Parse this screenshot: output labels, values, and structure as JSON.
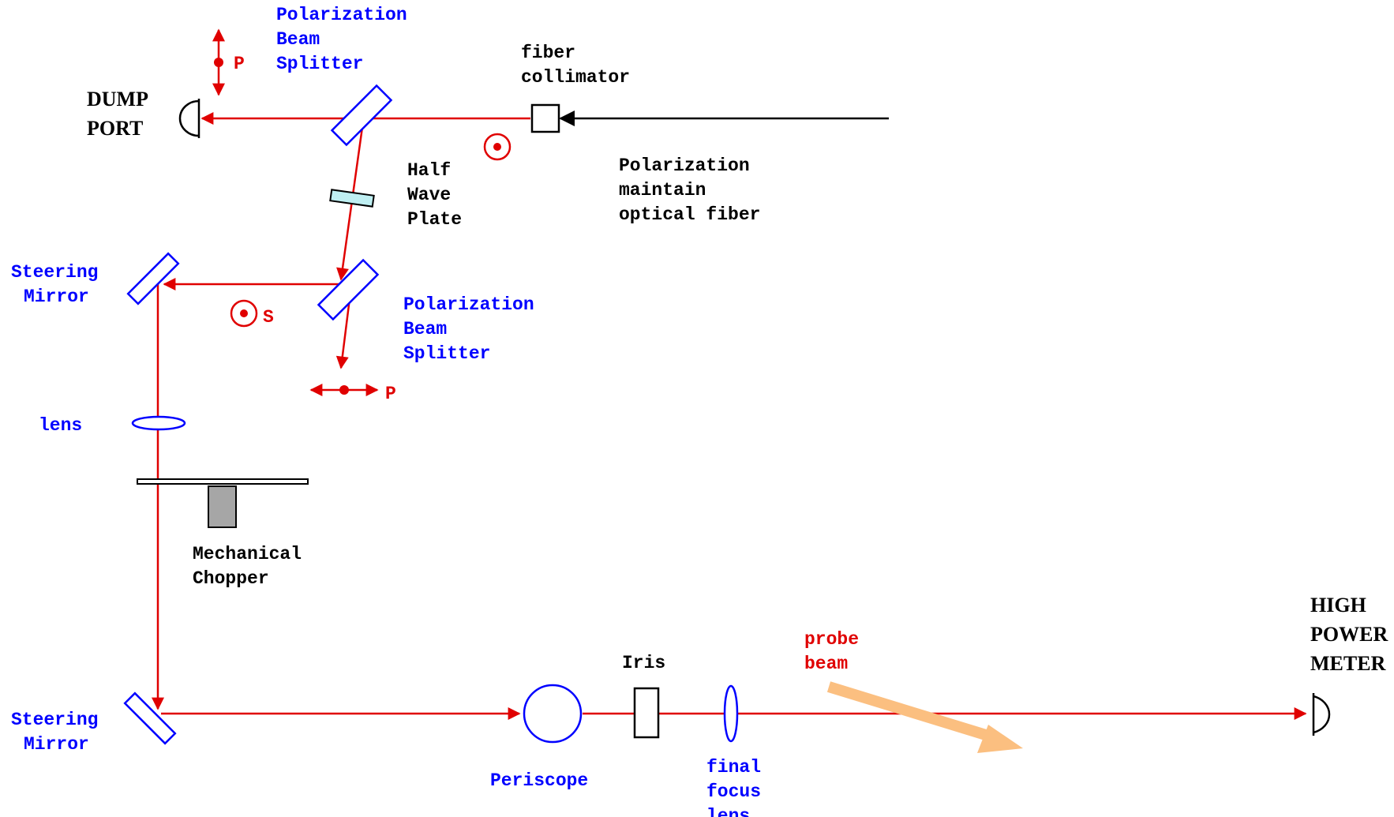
{
  "colors": {
    "beam": "#e00000",
    "component": "#0000ff",
    "fiber": "#000000",
    "waveplate": "#bfeff2",
    "chopper": "#a6a6a6",
    "probe_arrow": "#fbbf80"
  },
  "labels": {
    "pbs_top": [
      "Polarization",
      "Beam",
      "Splitter"
    ],
    "pbs_mid": [
      "Polarization",
      "Beam",
      "Splitter"
    ],
    "fiber_collimator": [
      "fiber",
      "collimator"
    ],
    "pm_fiber": [
      "Polarization",
      "maintain",
      "optical fiber"
    ],
    "half_wave_plate": [
      "Half",
      "Wave",
      "Plate"
    ],
    "dump_port": [
      "DUMP",
      "PORT"
    ],
    "steering_mirror_top": [
      "Steering",
      "Mirror"
    ],
    "steering_mirror_bottom": [
      "Steering",
      "Mirror"
    ],
    "lens": "lens",
    "mechanical_chopper": [
      "Mechanical",
      "Chopper"
    ],
    "periscope": "Periscope",
    "iris": "Iris",
    "final_focus_lens": [
      "final",
      "focus",
      "lens"
    ],
    "probe_beam": [
      "probe",
      "beam"
    ],
    "high_power_meter": [
      "HIGH",
      "POWER",
      "METER"
    ],
    "pol_p_top": "P",
    "pol_p_mid": "P",
    "pol_s": "S"
  }
}
